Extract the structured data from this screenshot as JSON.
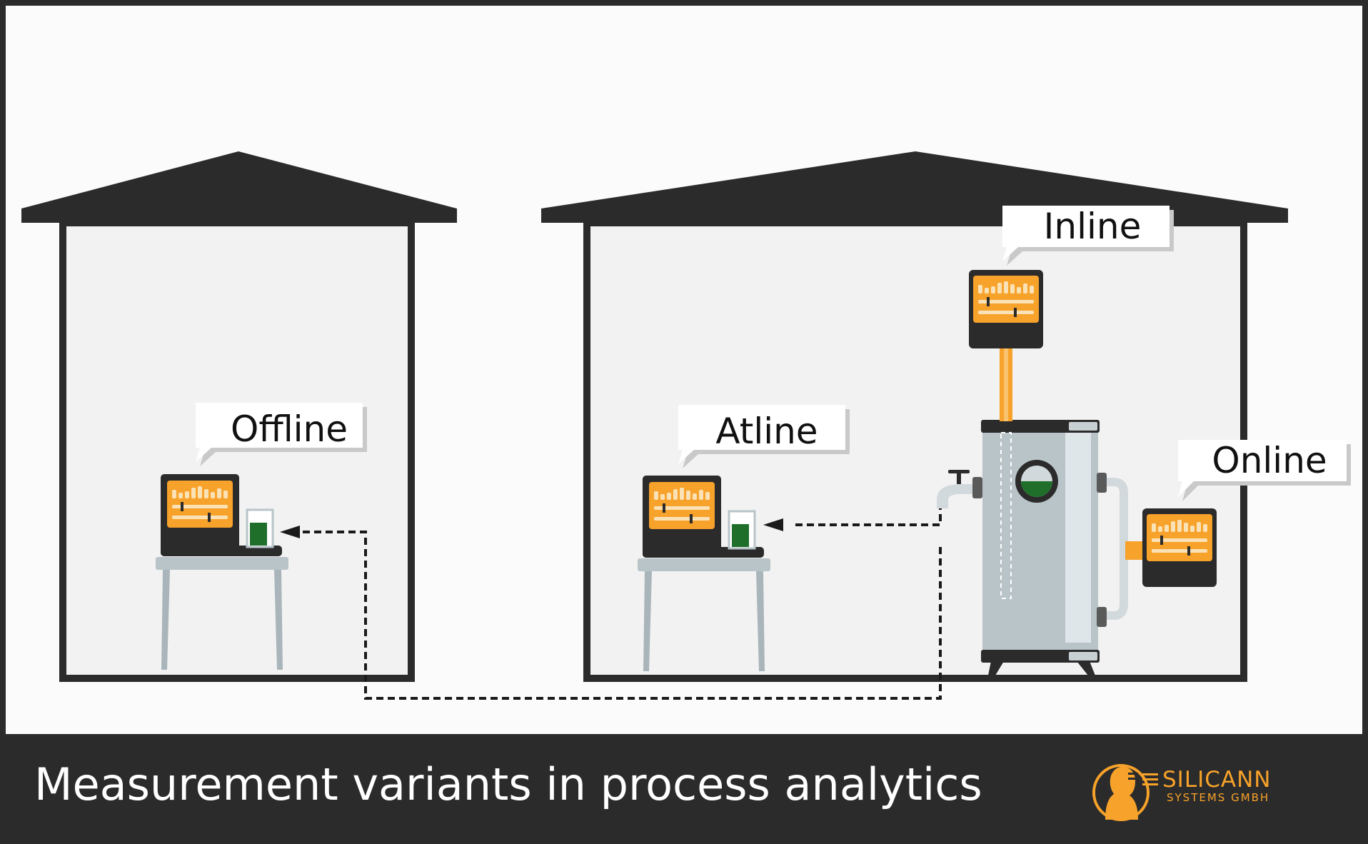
{
  "labels": {
    "offline": "Offline",
    "atline": "Atline",
    "inline": "Inline",
    "online": "Online"
  },
  "caption": "Measurement variants in process analytics",
  "logo": {
    "name": "SILICANN",
    "subtitle": "SYSTEMS GMBH"
  },
  "colors": {
    "frame": "#2b2b2b",
    "canvas": "#fbfbfb",
    "room": "#f2f2f2",
    "instrument_screen": "#f7a22a",
    "instrument_body": "#2b2b2b",
    "sample_liquid": "#1f6f2b",
    "vessel": "#b9c4c9",
    "probe_rod": "#f7a22a",
    "logo_accent": "#f7a22a",
    "caption_text": "#ffffff"
  }
}
